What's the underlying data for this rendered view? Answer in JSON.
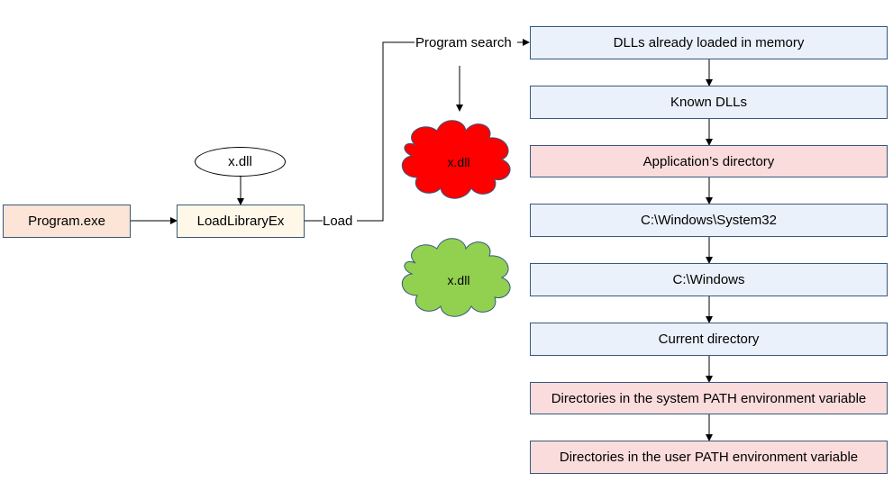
{
  "colors": {
    "program_fill": "#fce4d6",
    "loadlib_fill": "#fff7e8",
    "step_blue_fill": "#eaf1fb",
    "step_red_fill": "#fbdcdc",
    "cloud_red": "#ff0000",
    "cloud_green": "#92d050",
    "border": "#36597d",
    "line": "#000000"
  },
  "nodes": {
    "program": "Program.exe",
    "loadlibrary": "LoadLibraryEx",
    "dll_ellipse": "x.dll"
  },
  "edge_labels": {
    "load": "Load",
    "program_search": "Program search"
  },
  "clouds": [
    {
      "label": "x.dll",
      "color": "red"
    },
    {
      "label": "x.dll",
      "color": "green"
    }
  ],
  "search_steps": [
    {
      "label": "DLLs already loaded in memory",
      "color": "blue"
    },
    {
      "label": "Known DLLs",
      "color": "blue"
    },
    {
      "label": "Application’s directory",
      "color": "red"
    },
    {
      "label": "C:\\Windows\\System32",
      "color": "blue"
    },
    {
      "label": "C:\\Windows",
      "color": "blue"
    },
    {
      "label": "Current directory",
      "color": "blue"
    },
    {
      "label": "Directories in the system PATH environment variable",
      "color": "red"
    },
    {
      "label": "Directories in the user PATH environment variable",
      "color": "red"
    }
  ]
}
